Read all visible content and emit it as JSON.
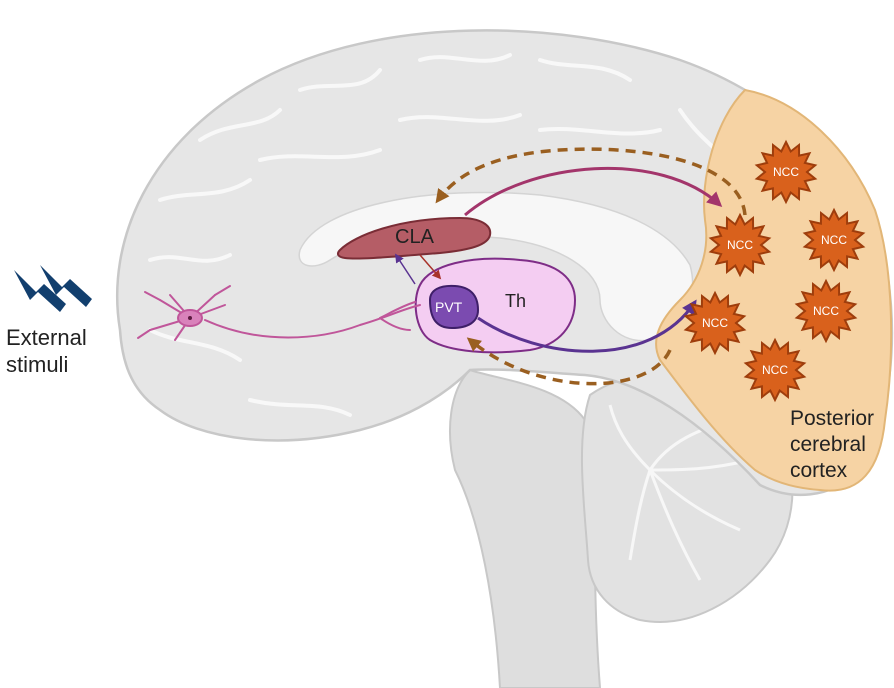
{
  "labels": {
    "stimuli_line1": "External",
    "stimuli_line2": "stimuli",
    "cla": "CLA",
    "th": "Th",
    "pvt": "PVT",
    "ncc": "NCC",
    "cortex_line1": "Posterior",
    "cortex_line2": "cerebral",
    "cortex_line3": "cortex"
  },
  "colors": {
    "brain_fill": "#e6e6e6",
    "brain_outline": "#c8c8c8",
    "cortex_region": "#f6d3a4",
    "ncc_fill": "#d9611c",
    "ncc_stroke": "#9e3d0c",
    "cla_fill": "#b55d66",
    "th_fill": "#f4cdf2",
    "th_stroke": "#7e2d87",
    "pvt_fill": "#7b4bb0",
    "arrow_magenta": "#a3356b",
    "arrow_purple": "#5a3391",
    "arrow_brown_dashed": "#9a5f20",
    "neuron": "#c0569a",
    "lightning": "#123f6e"
  },
  "icons": [
    "lightning-icon",
    "neuron-icon",
    "ncc-star-icon"
  ]
}
